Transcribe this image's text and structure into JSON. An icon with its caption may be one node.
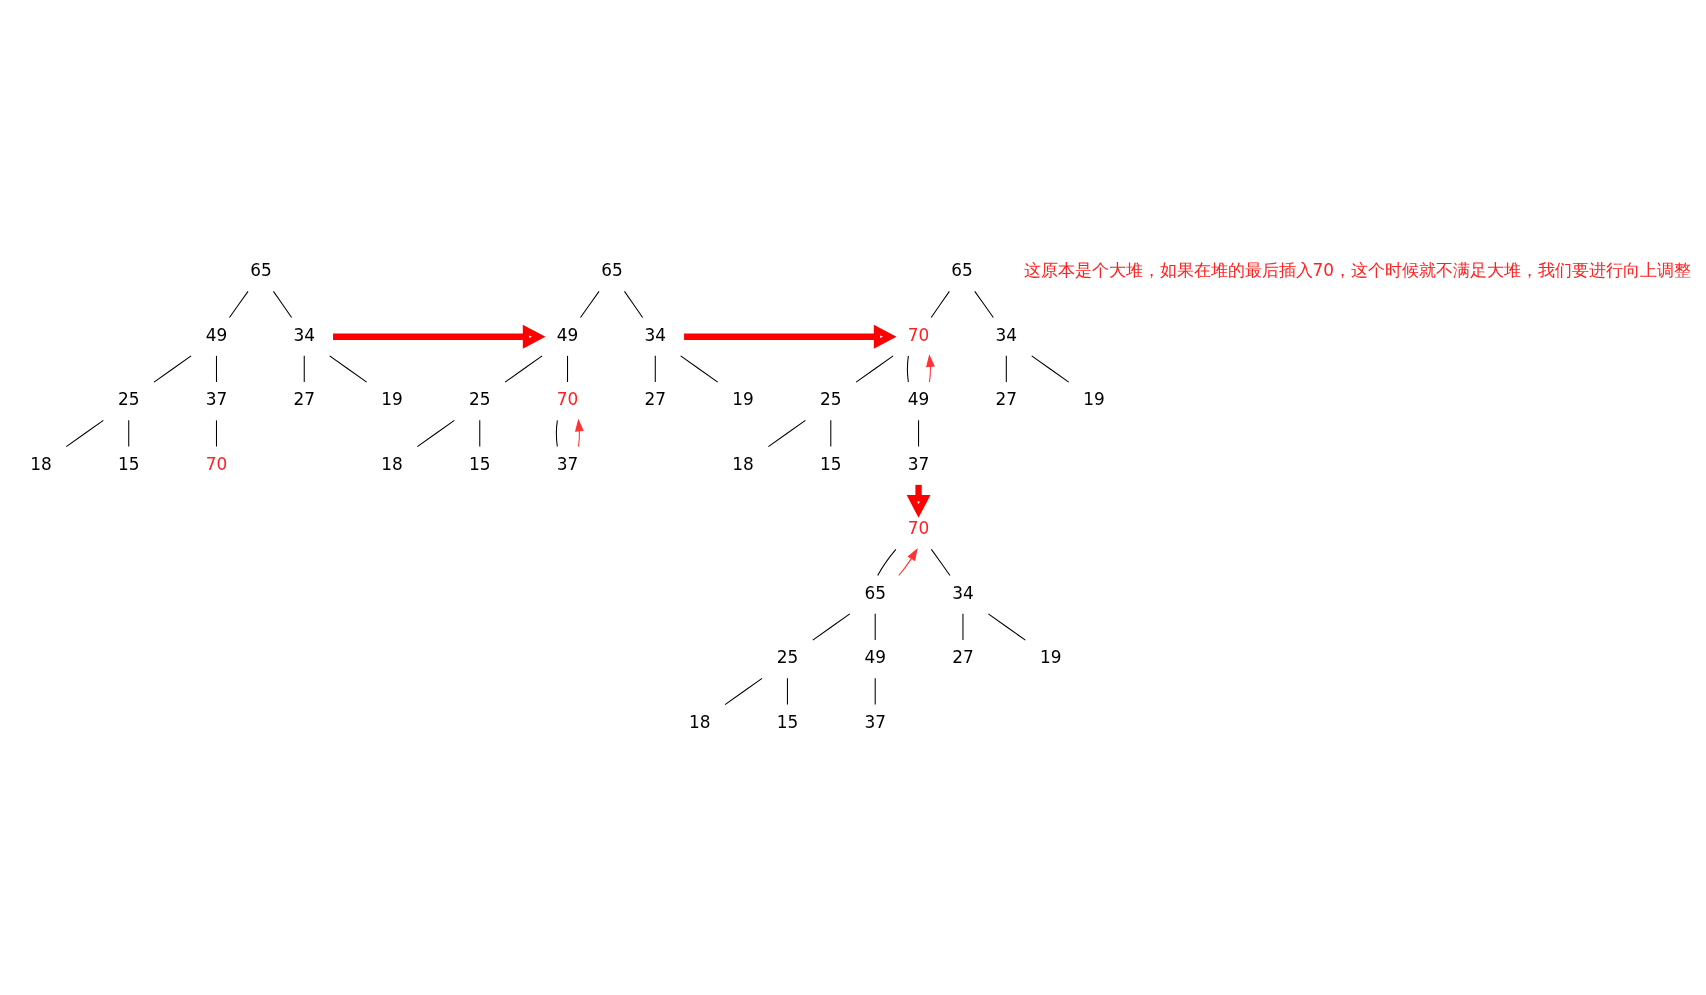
{
  "diagram": {
    "nodes": [
      {
        "text": [
          "65"
        ]
      },
      {
        "text": [
          "49"
        ]
      },
      {
        "text": [
          "34"
        ]
      },
      {
        "text": [
          "25"
        ]
      },
      {
        "text": [
          "37"
        ]
      },
      {
        "text": [
          "27"
        ]
      },
      {
        "text": [
          "19"
        ]
      },
      {
        "text": [
          "18"
        ]
      },
      {
        "text": [
          "15"
        ]
      },
      {
        "text": [
          "70"
        ]
      },
      {
        "text": [
          "65"
        ]
      },
      {
        "text": [
          "49"
        ]
      },
      {
        "text": [
          "34"
        ]
      },
      {
        "text": [
          "25"
        ]
      },
      {
        "text": [
          "70"
        ]
      },
      {
        "text": [
          "27"
        ]
      },
      {
        "text": [
          "19"
        ]
      },
      {
        "text": [
          "18"
        ]
      },
      {
        "text": [
          "15"
        ]
      },
      {
        "text": [
          "37"
        ]
      },
      {
        "text": [
          "65"
        ]
      },
      {
        "text": [
          "70"
        ]
      },
      {
        "text": [
          "34"
        ]
      },
      {
        "text": [
          "25"
        ]
      },
      {
        "text": [
          "49"
        ]
      },
      {
        "text": [
          "27"
        ]
      },
      {
        "text": [
          "19"
        ]
      },
      {
        "text": [
          "18"
        ]
      },
      {
        "text": [
          "15"
        ]
      },
      {
        "text": [
          "37"
        ]
      },
      {
        "text": [
          "70"
        ]
      },
      {
        "text": [
          "65"
        ]
      },
      {
        "text": [
          "34"
        ]
      },
      {
        "text": [
          "25"
        ]
      },
      {
        "text": [
          "49"
        ]
      },
      {
        "text": [
          "27"
        ]
      },
      {
        "text": [
          "19"
        ]
      },
      {
        "text": [
          "18"
        ]
      },
      {
        "text": [
          "15"
        ]
      },
      {
        "text": [
          "37"
        ]
      }
    ],
    "edges": [
      {
        "from": 0,
        "to": 1,
        "arrow": "none"
      },
      {
        "from": 0,
        "to": 2,
        "arrow": "none"
      },
      {
        "from": 1,
        "to": 3,
        "arrow": "none"
      },
      {
        "from": 1,
        "to": 4,
        "arrow": "none"
      },
      {
        "from": 2,
        "to": 5,
        "arrow": "none"
      },
      {
        "from": 2,
        "to": 6,
        "arrow": "none"
      },
      {
        "from": 3,
        "to": 7,
        "arrow": "none"
      },
      {
        "from": 3,
        "to": 8,
        "arrow": "none"
      },
      {
        "from": 4,
        "to": 9,
        "arrow": "none"
      },
      {
        "from": 2,
        "to": 11,
        "arrow": "to",
        "style": "thick",
        "color": "#ff0000"
      },
      {
        "from": 10,
        "to": 11,
        "arrow": "none"
      },
      {
        "from": 10,
        "to": 12,
        "arrow": "none"
      },
      {
        "from": 11,
        "to": 13,
        "arrow": "none"
      },
      {
        "from": 11,
        "to": 14,
        "arrow": "none"
      },
      {
        "from": 12,
        "to": 15,
        "arrow": "none"
      },
      {
        "from": 12,
        "to": 16,
        "arrow": "none"
      },
      {
        "from": 13,
        "to": 17,
        "arrow": "none"
      },
      {
        "from": 13,
        "to": 18,
        "arrow": "none"
      },
      {
        "from": 14,
        "to": 19,
        "arrow": "none"
      },
      {
        "from": 19,
        "to": 14,
        "arrow": "to",
        "color": "#ff3333"
      },
      {
        "from": 12,
        "to": 21,
        "arrow": "to",
        "style": "thick",
        "color": "#ff0000"
      },
      {
        "from": 20,
        "to": 21,
        "arrow": "none"
      },
      {
        "from": 20,
        "to": 22,
        "arrow": "none"
      },
      {
        "from": 21,
        "to": 23,
        "arrow": "none"
      },
      {
        "from": 21,
        "to": 24,
        "arrow": "none"
      },
      {
        "from": 22,
        "to": 25,
        "arrow": "none"
      },
      {
        "from": 22,
        "to": 26,
        "arrow": "none"
      },
      {
        "from": 23,
        "to": 27,
        "arrow": "none"
      },
      {
        "from": 23,
        "to": 28,
        "arrow": "none"
      },
      {
        "from": 24,
        "to": 29,
        "arrow": "none"
      },
      {
        "from": 24,
        "to": 21,
        "arrow": "to",
        "color": "#ff3333"
      },
      {
        "from": 29,
        "to": 30,
        "arrow": "to",
        "style": "thick",
        "color": "#ff0000"
      },
      {
        "from": 30,
        "to": 31,
        "arrow": "none"
      },
      {
        "from": 30,
        "to": 32,
        "arrow": "none"
      },
      {
        "from": 31,
        "to": 33,
        "arrow": "none"
      },
      {
        "from": 31,
        "to": 34,
        "arrow": "none"
      },
      {
        "from": 32,
        "to": 35,
        "arrow": "none"
      },
      {
        "from": 32,
        "to": 36,
        "arrow": "none"
      },
      {
        "from": 33,
        "to": 37,
        "arrow": "none"
      },
      {
        "from": 33,
        "to": 38,
        "arrow": "none"
      },
      {
        "from": 34,
        "to": 39,
        "arrow": "none"
      },
      {
        "from": 31,
        "to": 30,
        "arrow": "to",
        "color": "#ff3333"
      }
    ],
    "labels": [
      "这原本是个大堆，如果在堆的最后插入70，这个时候就不满足大堆，我们要进行向上调整"
    ]
  }
}
